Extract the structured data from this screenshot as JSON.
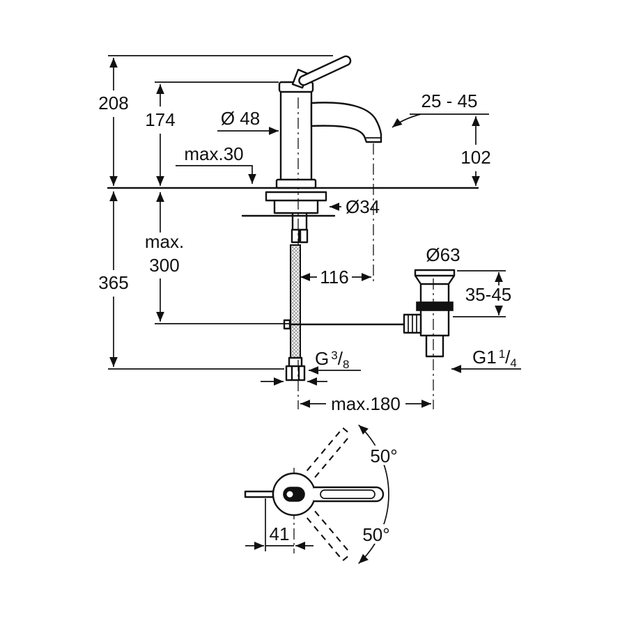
{
  "drawing": {
    "type": "technical-dimension-drawing",
    "subject": "single-lever basin mixer with pop-up waste"
  },
  "colors": {
    "line": "#111111",
    "background": "#ffffff",
    "hose_hatch": "#888888"
  },
  "dims": {
    "overall_height": "208",
    "body_height": "174",
    "body_diameter": "Ø 48",
    "deck_thickness": "max.30",
    "aerator_clearance": "25 - 45",
    "spout_height": "102",
    "install_depth": "365",
    "hose_length_line1": "max.",
    "hose_length_line2": "300",
    "hole_diameter": "Ø34",
    "spout_reach": "116",
    "waste_flange_diameter": "Ø63",
    "waste_height_range": "35-45",
    "center_to_waste": "max.180",
    "swivel_angle_upper": "50°",
    "swivel_angle_lower": "50°",
    "lever_offset": "41",
    "supply_thread": {
      "prefix": "G",
      "numerator": "3",
      "slash": "/",
      "denominator": "8"
    },
    "waste_thread": {
      "prefix": "G1",
      "numerator": "1",
      "slash": "/",
      "denominator": "4"
    }
  }
}
